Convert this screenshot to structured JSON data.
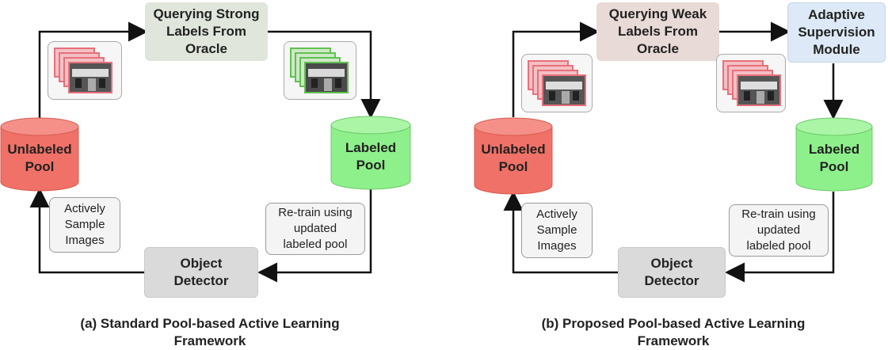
{
  "panel_a": {
    "oracle": "Querying Strong\nLabels From\nOracle",
    "unlabeled_pool": "Unlabeled\nPool",
    "labeled_pool": "Labeled\nPool",
    "sample_note": "Actively\nSample\nImages",
    "retrain_note": "Re-train using\nupdated\nlabeled pool",
    "detector": "Object\nDetector",
    "caption": "(a) Standard Pool-based Active Learning\nFramework"
  },
  "panel_b": {
    "oracle": "Querying Weak\nLabels From\nOracle",
    "adaptive": "Adaptive\nSupervision\nModule",
    "unlabeled_pool": "Unlabeled\nPool",
    "labeled_pool": "Labeled\nPool",
    "sample_note": "Actively\nSample\nImages",
    "retrain_note": "Re-train using\nupdated\nlabeled pool",
    "detector": "Object\nDetector",
    "caption": "(b) Proposed Pool-based Active Learning\nFramework"
  },
  "colors": {
    "unlabeled_pool": "#f07167",
    "labeled_pool": "#8ef08a",
    "image_frame_unlabeled": "#e8707a",
    "image_frame_labeled": "#5fc14f"
  }
}
